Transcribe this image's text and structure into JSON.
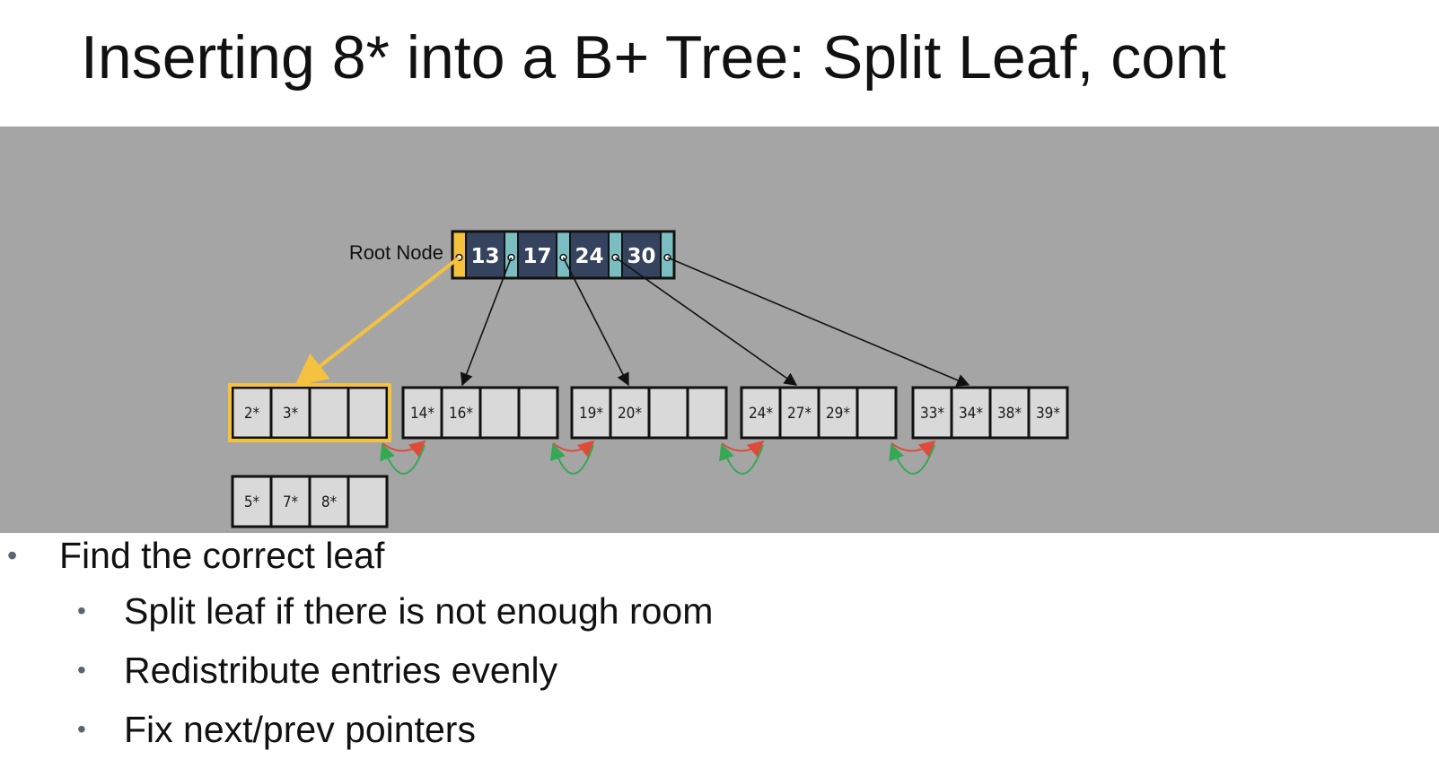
{
  "title": "Inserting 8* into a B+ Tree: Split Leaf, cont",
  "colors": {
    "diagram_background": "#a5a5a5",
    "key_cell": "#36435e",
    "pointer_cell": "#7bbec2",
    "highlight": "#f5c240",
    "leaf_cell": "#d9d9d9",
    "next_pointer_arrow": "#e04a3a",
    "prev_pointer_arrow": "#34a853",
    "child_arrow": "#111111"
  },
  "diagram": {
    "root_label": "Root Node",
    "root_keys": [
      "13",
      "17",
      "24",
      "30"
    ],
    "leaves": [
      {
        "entries": [
          "2*",
          "3*",
          "",
          ""
        ],
        "highlighted": true
      },
      {
        "entries": [
          "14*",
          "16*",
          "",
          ""
        ],
        "highlighted": false
      },
      {
        "entries": [
          "19*",
          "20*",
          "",
          ""
        ],
        "highlighted": false
      },
      {
        "entries": [
          "24*",
          "27*",
          "29*",
          ""
        ],
        "highlighted": false
      },
      {
        "entries": [
          "33*",
          "34*",
          "38*",
          "39*"
        ],
        "highlighted": false
      }
    ],
    "new_leaf": {
      "entries": [
        "5*",
        "7*",
        "8*",
        ""
      ]
    }
  },
  "bullets": [
    {
      "text": "Find the correct leaf",
      "level": 0
    },
    {
      "text": "Split leaf if there is not enough room",
      "level": 1
    },
    {
      "text": "Redistribute entries evenly",
      "level": 1
    },
    {
      "text": "Fix next/prev pointers",
      "level": 1
    }
  ]
}
